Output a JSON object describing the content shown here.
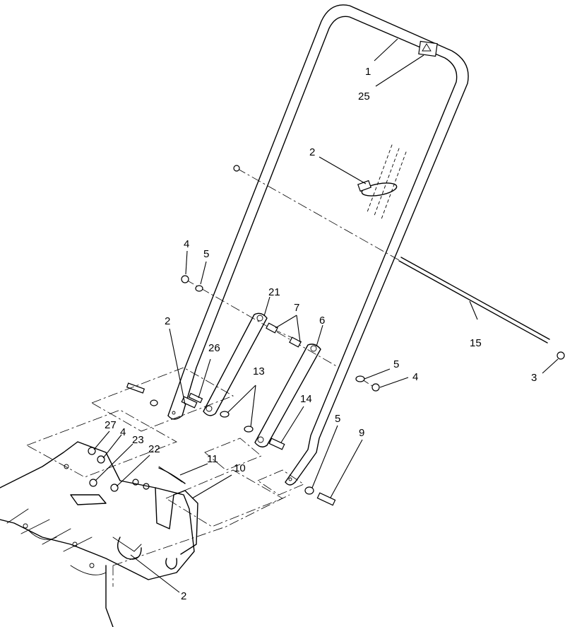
{
  "callouts": [
    {
      "id": "c1",
      "text": "1"
    },
    {
      "id": "c25",
      "text": "25"
    },
    {
      "id": "c2a",
      "text": "2"
    },
    {
      "id": "c4a",
      "text": "4"
    },
    {
      "id": "c5a",
      "text": "5"
    },
    {
      "id": "c21",
      "text": "21"
    },
    {
      "id": "c7",
      "text": "7"
    },
    {
      "id": "c2b",
      "text": "2"
    },
    {
      "id": "c6",
      "text": "6"
    },
    {
      "id": "c15",
      "text": "15"
    },
    {
      "id": "c26",
      "text": "26"
    },
    {
      "id": "c13",
      "text": "13"
    },
    {
      "id": "c5b",
      "text": "5"
    },
    {
      "id": "c4b",
      "text": "4"
    },
    {
      "id": "c3",
      "text": "3"
    },
    {
      "id": "c14",
      "text": "14"
    },
    {
      "id": "c5c",
      "text": "5"
    },
    {
      "id": "c9",
      "text": "9"
    },
    {
      "id": "c27",
      "text": "27"
    },
    {
      "id": "c4c",
      "text": "4"
    },
    {
      "id": "c23",
      "text": "23"
    },
    {
      "id": "c22",
      "text": "22"
    },
    {
      "id": "c11",
      "text": "11"
    },
    {
      "id": "c10",
      "text": "10"
    },
    {
      "id": "c2c",
      "text": "2"
    }
  ]
}
